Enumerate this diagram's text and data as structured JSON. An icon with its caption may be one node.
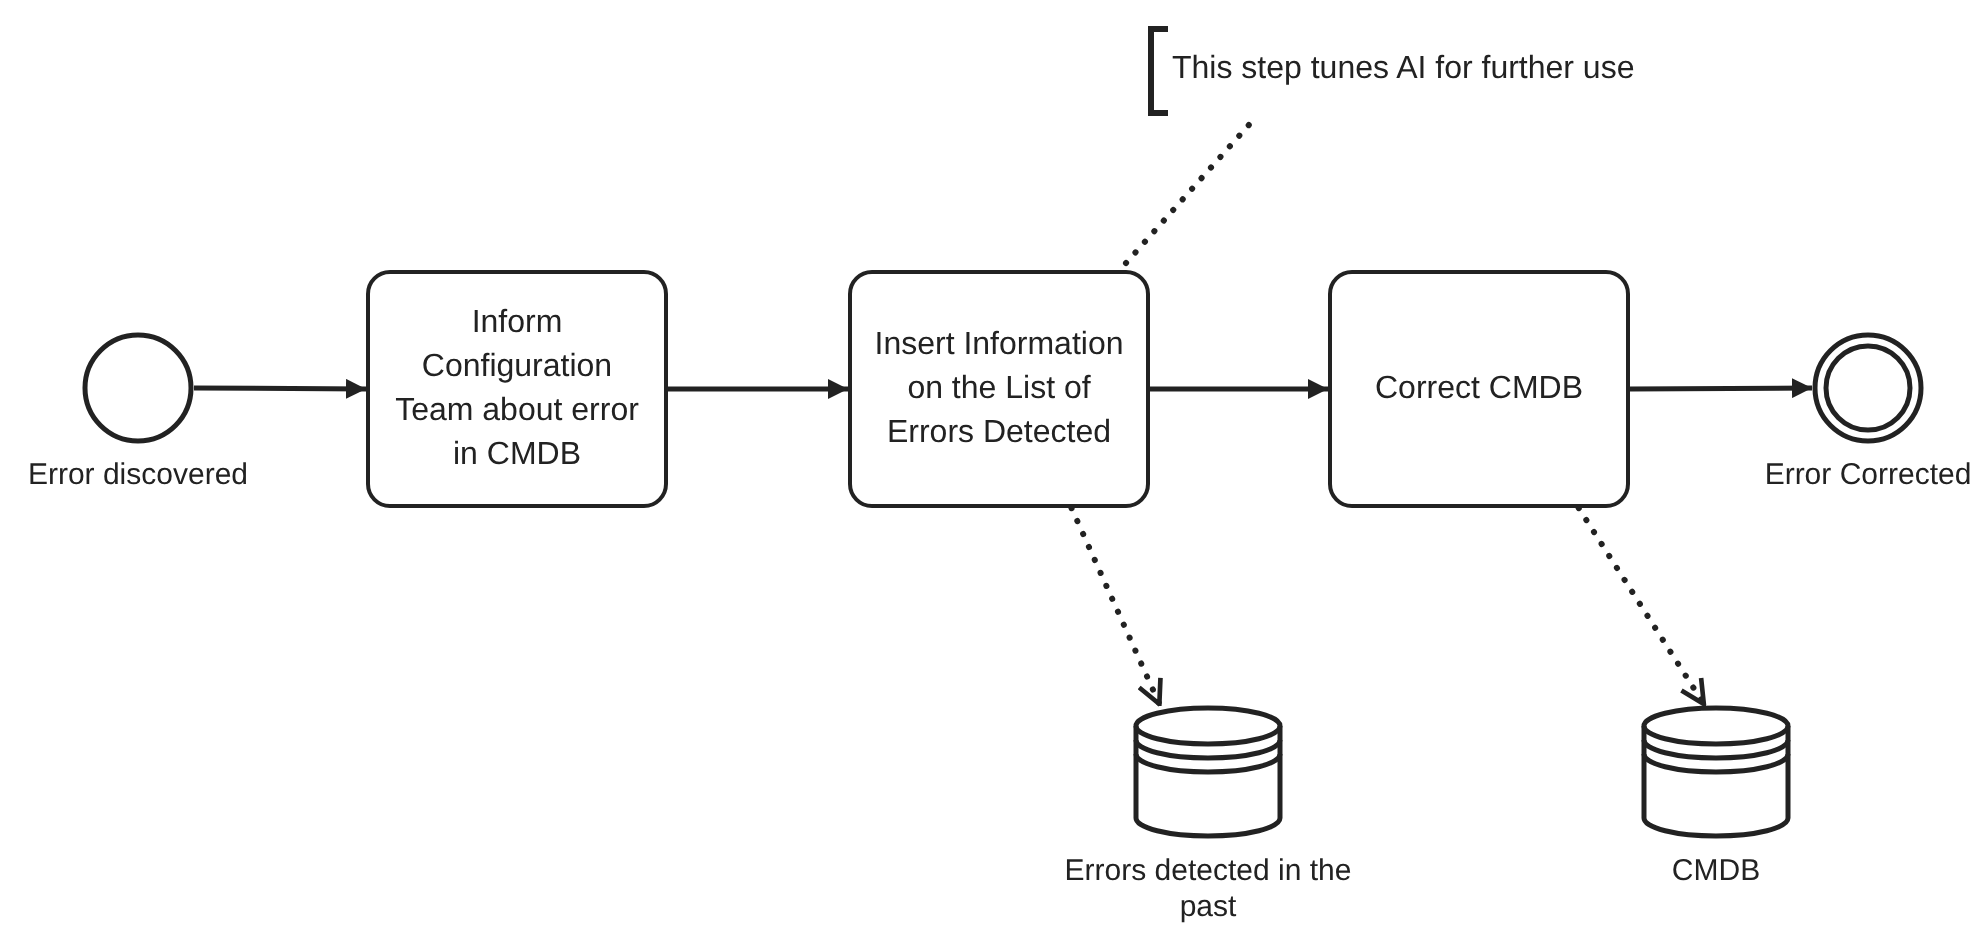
{
  "diagram": {
    "nodes": [
      {
        "text": [],
        "shape": "circle",
        "beside": [
          "Error discovered"
        ]
      },
      {
        "text": [
          "Inform Configuration Team about error in CMDB"
        ]
      },
      {
        "text": [
          "Insert Information on the List of Errors Detected"
        ]
      },
      {
        "text": [
          "Correct CMDB"
        ]
      },
      {
        "text": [],
        "shape": "double-circle",
        "beside": [
          "Error Corrected"
        ]
      },
      {
        "text": [
          "This step tunes AI for further use"
        ]
      },
      {
        "text": [],
        "shape": "cylinder",
        "beside": [
          "Errors detected in the past"
        ]
      },
      {
        "text": [],
        "shape": "cylinder",
        "beside": [
          "CMDB"
        ]
      }
    ],
    "edges": [
      {
        "from": 0,
        "to": 1,
        "arrow": "to"
      },
      {
        "from": 1,
        "to": 2,
        "arrow": "to"
      },
      {
        "from": 2,
        "to": 3,
        "arrow": "to"
      },
      {
        "from": 3,
        "to": 4,
        "arrow": "to"
      },
      {
        "from": 5,
        "to": 2,
        "arrow": "none",
        "style": "dashed"
      },
      {
        "from": 2,
        "to": 6,
        "arrow": "to",
        "style": "dashed"
      },
      {
        "from": 3,
        "to": 7,
        "arrow": "to",
        "style": "dashed"
      }
    ]
  }
}
